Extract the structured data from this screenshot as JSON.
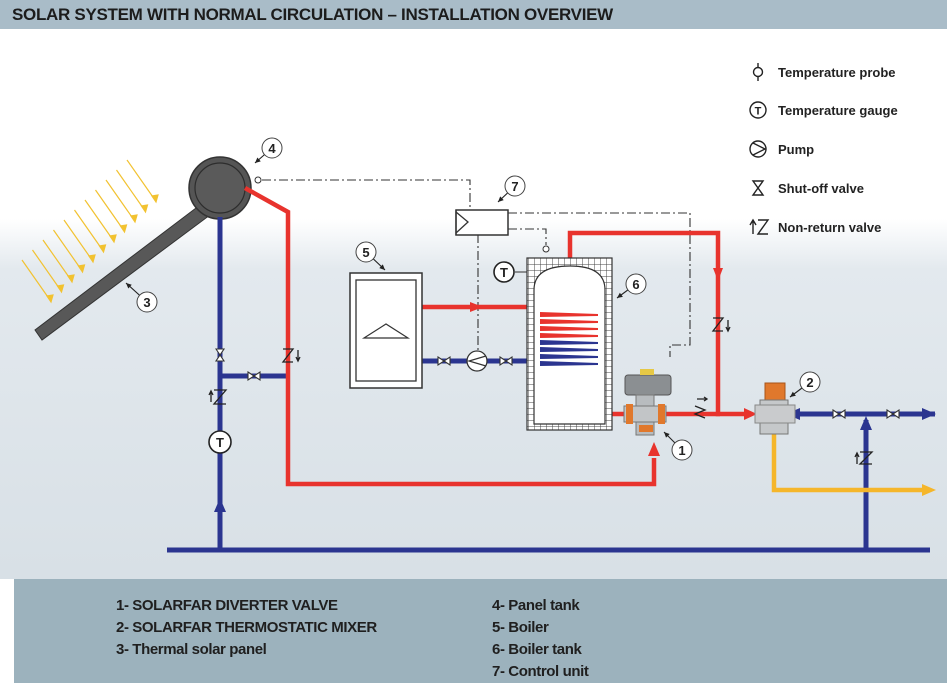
{
  "title": "SOLAR SYSTEM WITH NORMAL CIRCULATION – INSTALLATION OVERVIEW",
  "legend": [
    {
      "icon": "temperature-probe-icon",
      "label": "Temperature probe"
    },
    {
      "icon": "temperature-gauge-icon",
      "label": "Temperature gauge",
      "glyph": "T"
    },
    {
      "icon": "pump-icon",
      "label": "Pump"
    },
    {
      "icon": "shut-off-valve-icon",
      "label": "Shut-off valve"
    },
    {
      "icon": "non-return-valve-icon",
      "label": "Non-return valve"
    }
  ],
  "callouts": [
    "1",
    "2",
    "3",
    "4",
    "5",
    "6",
    "7"
  ],
  "gauge_glyph": "T",
  "colors": {
    "hot": "#e8332d",
    "cold": "#2b3590",
    "mixed": "#f5b62a",
    "control": "#333333",
    "panel": "#555555"
  },
  "footer": {
    "col1": [
      "1- SOLARFAR DIVERTER VALVE",
      "2- SOLARFAR THERMOSTATIC MIXER",
      "3- Thermal solar panel"
    ],
    "col2": [
      "4- Panel tank",
      "5- Boiler",
      "6- Boiler tank",
      "7- Control unit"
    ]
  }
}
